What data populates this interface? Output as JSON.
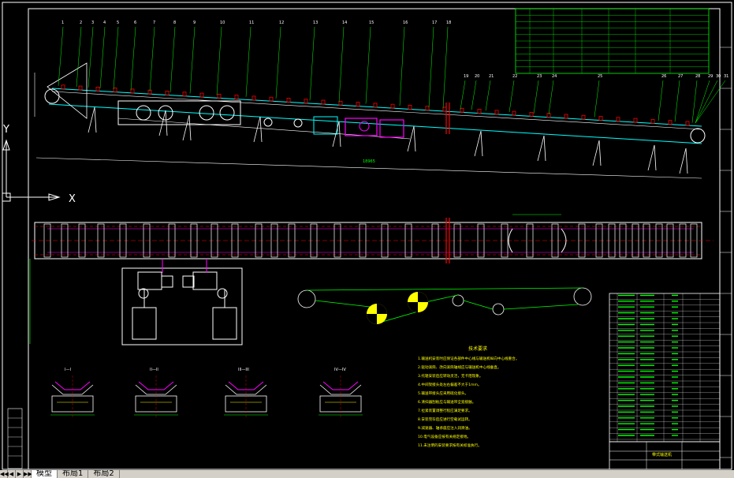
{
  "axes": {
    "x_label": "X",
    "y_label": "Y"
  },
  "balloons": [
    "1",
    "2",
    "3",
    "4",
    "5",
    "6",
    "7",
    "8",
    "9",
    "10",
    "11",
    "12",
    "13",
    "14",
    "15",
    "16",
    "17",
    "18",
    "19",
    "20",
    "21",
    "22",
    "23",
    "24",
    "25",
    "26",
    "27",
    "28",
    "29",
    "30",
    "31"
  ],
  "sections": [
    "I—I",
    "II—II",
    "III—III",
    "IV—IV"
  ],
  "notes_title": "技术要求",
  "notes": [
    "1.输送机安装时应保证各部件中心线与输送机纵向中心线重合。",
    "2.驱动滚筒、改向滚筒轴线应与输送机中心线垂直。",
    "3.托辊安装后应转动灵活，无卡阻现象。",
    "4.中间架接头处左右偏差不大于1mm。",
    "5.输送带接头应采用硫化接头。",
    "6.清扫器刮板应与输送带全宽接触。",
    "7.拉紧装置调整行程应满足要求。",
    "8.安装完毕后应进行空载试运转。",
    "9.减速器、轴承座应注入润滑油。",
    "10.电气设备应按有关规定接地。",
    "11.未注明的安装要求按有关标准执行。"
  ],
  "tabs": [
    "模型",
    "布局1",
    "布局2"
  ],
  "nav_buttons": [
    "◀◀",
    "◀",
    "▶",
    "▶▶"
  ],
  "title_block": {
    "name": "带式输送机"
  },
  "colors": {
    "background": "#000000",
    "white": "#ffffff",
    "green": "#00ff00",
    "cyan": "#00ffff",
    "magenta": "#ff00ff",
    "red": "#ff0000",
    "yellow": "#ffff00"
  }
}
